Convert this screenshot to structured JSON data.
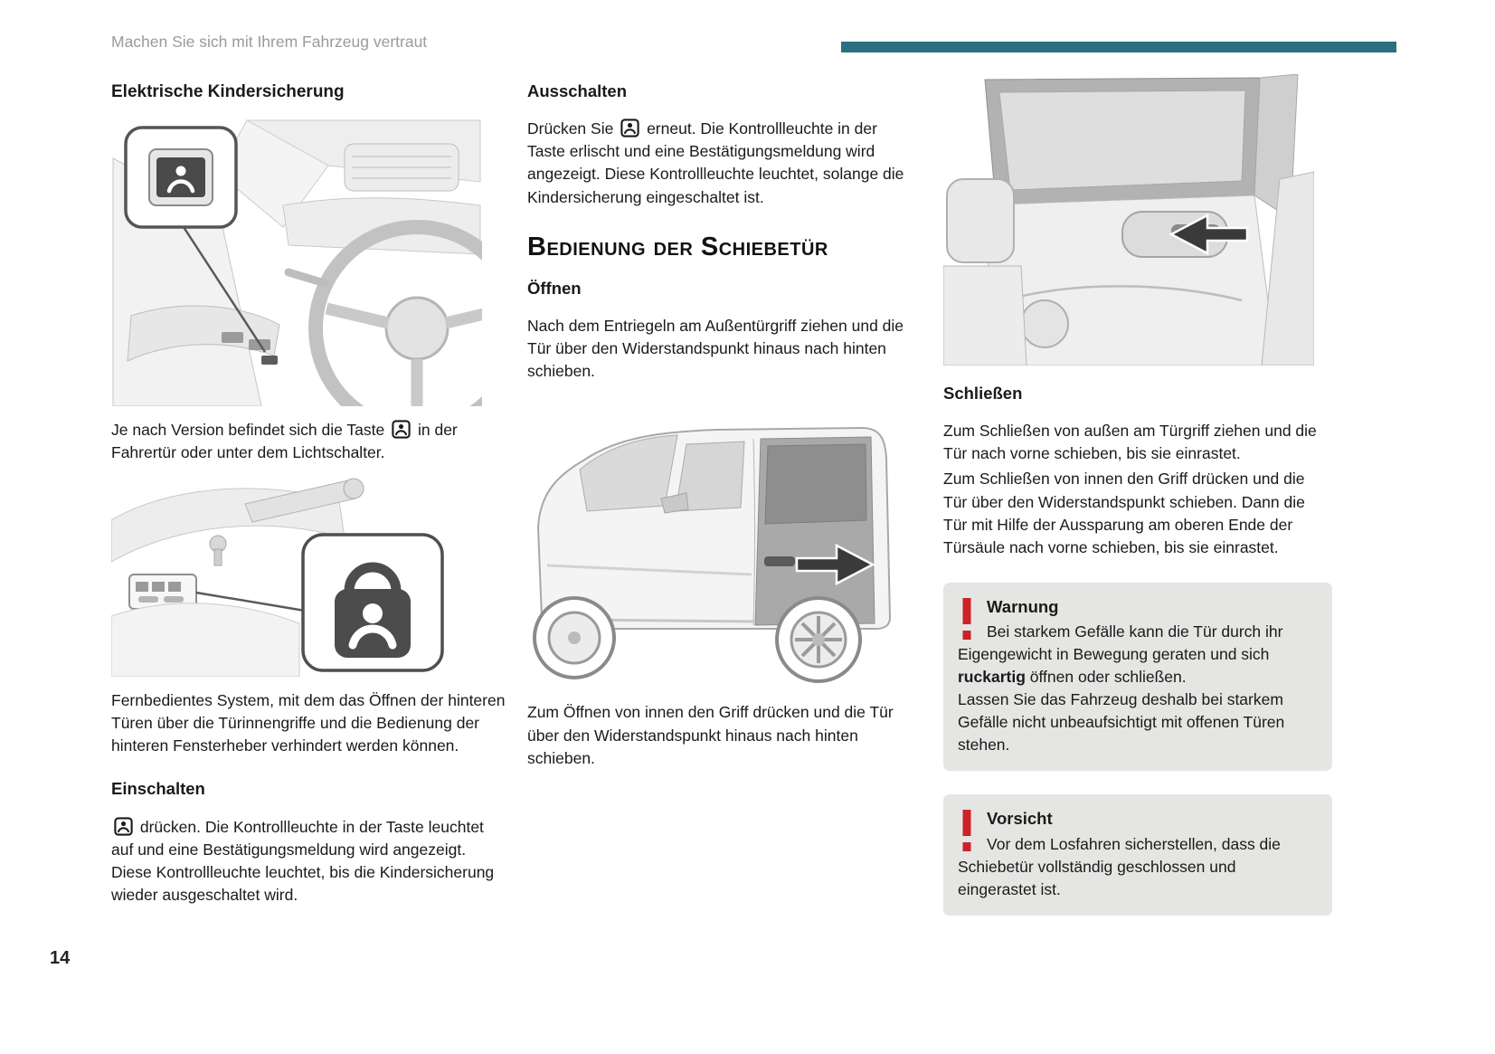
{
  "page": {
    "running_header": "Machen Sie sich mit Ihrem Fahrzeug vertraut",
    "page_number": "14",
    "colors": {
      "accent": "#2a7080",
      "warnred": "#cc2229",
      "boxbg": "#e5e5e3"
    }
  },
  "icons": {
    "child_lock_button": "square button with child figure",
    "warning_exclamation": "red exclamation mark",
    "open_arrow": "black arrow pointing rearward",
    "close_arrow": "black arrow pointing forward"
  },
  "col1": {
    "heading": "Elektrische Kindersicherung",
    "para1_pre": "Je nach Version befindet sich die Taste",
    "para1_post": "in der Fahrertür oder unter dem Lichtschalter.",
    "para2": "Fernbedientes System, mit dem das Öffnen der hinteren Türen über die Türinnengriffe und die Bedienung der hinteren Fensterheber verhindert werden können.",
    "sub1": "Einschalten",
    "para3": "drücken. Die Kontrollleuchte in der Taste leuchtet auf und eine Bestätigungsmeldung wird angezeigt. Diese Kontrollleuchte leuchtet, bis die Kindersicherung wieder ausgeschaltet wird."
  },
  "col2": {
    "sub1": "Ausschalten",
    "para1_pre": "Drücken Sie",
    "para1_post": "erneut. Die Kontrollleuchte in der Taste erlischt und eine Bestätigungsmeldung wird angezeigt. Diese Kontrollleuchte leuchtet, solange die Kindersicherung eingeschaltet ist.",
    "section_heading": "Bedienung der Schiebetür",
    "sub2": "Öffnen",
    "para2": "Nach dem Entriegeln am Außentürgriff ziehen und die Tür über den Widerstandspunkt hinaus nach hinten schieben.",
    "para3": "Zum Öffnen von innen den Griff drücken und die Tür über den Widerstandspunkt hinaus nach hinten schieben."
  },
  "col3": {
    "sub1": "Schließen",
    "para1": "Zum Schließen von außen am Türgriff ziehen und die Tür nach vorne schieben, bis sie einrastet.",
    "para2": "Zum Schließen von innen den Griff drücken und die Tür über den Widerstandspunkt schieben. Dann die Tür mit Hilfe der Aussparung am oberen Ende der Türsäule nach vorne schieben, bis sie einrastet.",
    "warning": {
      "title": "Warnung",
      "text1_pre": "Bei starkem Gefälle kann die Tür durch ihr Eigengewicht in Bewegung geraten und sich",
      "text1_bold": "ruckartig",
      "text1_post": "öffnen oder schließen.",
      "text2": "Lassen Sie das Fahrzeug deshalb bei starkem Gefälle nicht unbeaufsichtigt mit offenen Türen stehen."
    },
    "caution": {
      "title": "Vorsicht",
      "text": "Vor dem Losfahren sicherstellen, dass die Schiebetür vollständig geschlossen und eingerastet ist."
    }
  }
}
